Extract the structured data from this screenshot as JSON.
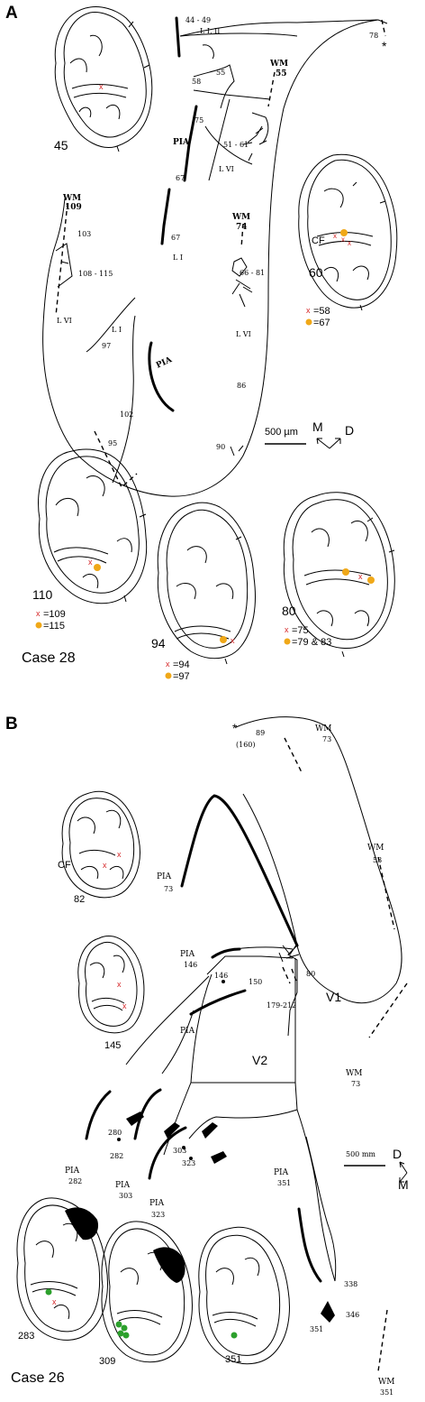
{
  "colors": {
    "cross": "#d62728",
    "orange_dot": "#f0a818",
    "green_dot": "#2ca02c",
    "ink": "#000000"
  },
  "panelA": {
    "letter": "A",
    "case_label": "Case 28",
    "scale_bar": "500 µm",
    "orientation": {
      "m": "M",
      "d": "D"
    },
    "sections": [
      "45",
      "60",
      "110",
      "94",
      "80"
    ],
    "legends": {
      "s60": {
        "cross": "=58",
        "dot": "=67"
      },
      "s110": {
        "cross": "=109",
        "dot": "=115"
      },
      "s94": {
        "cross": "=94",
        "dot": "=97"
      },
      "s80": {
        "cross": "=75",
        "dot": "=79 & 83"
      }
    },
    "cf": "CF",
    "star": "*",
    "labels": {
      "li_ii": "L I, II",
      "n44_49": "44 - 49",
      "n78": "78",
      "wm": "WM",
      "n55": "55",
      "n58": "58",
      "n75": "75",
      "pia": "PIA",
      "n51_61": "51 - 61",
      "lvi": "L VI",
      "n67a": "67",
      "n67b": "67",
      "li": "L I",
      "n74": "74",
      "n66_81": "66 - 81",
      "n109": "109",
      "n103": "103",
      "n108_115": "108 - 115",
      "n97": "97",
      "n102": "102",
      "n95": "95",
      "n86": "86",
      "n90": "90"
    }
  },
  "panelB": {
    "letter": "B",
    "case_label": "Case 26",
    "scale_bar": "500 mm",
    "orientation": {
      "d": "D",
      "m": "M"
    },
    "sections": [
      "82",
      "145",
      "283",
      "309",
      "351"
    ],
    "cf": "CF",
    "star": "*",
    "labels": {
      "n89": "89",
      "n160": "(160)",
      "wm": "WM",
      "n73a": "73",
      "n53": "53",
      "pia": "PIA",
      "n73b": "73",
      "n146a": "146",
      "n146b": "146",
      "n150": "150",
      "n80": "80",
      "v1": "V1",
      "n179_212": "179-212",
      "v2": "V2",
      "n73c": "73",
      "n280": "280",
      "n282a": "282",
      "n282b": "282",
      "n303a": "303",
      "n303b": "303",
      "n323a": "323",
      "n323b": "323",
      "n351a": "351",
      "n351b": "351",
      "n351c": "351",
      "n338": "338",
      "n346": "346"
    }
  }
}
